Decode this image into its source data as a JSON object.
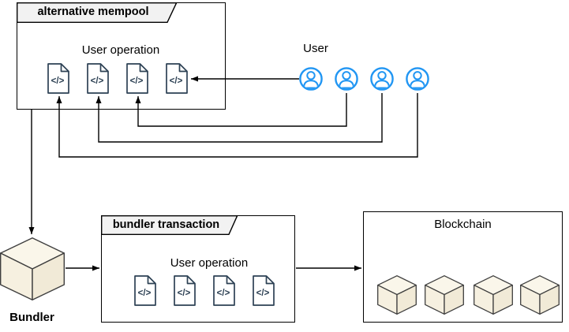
{
  "mempool": {
    "tab_label": "alternative mempool",
    "section_label": "User operation",
    "document_count": 4
  },
  "users": {
    "label": "User",
    "user_count": 4
  },
  "bundler": {
    "label": "Bundler"
  },
  "bundler_transaction": {
    "tab_label": "bundler transaction",
    "section_label": "User operation",
    "document_count": 4
  },
  "blockchain": {
    "label": "Blockchain",
    "block_count": 4
  },
  "icons": {
    "code_glyph": "</>",
    "user_icon": "person-in-circle",
    "bundler_icon": "isometric-cube",
    "block_icon": "isometric-cube"
  },
  "colors": {
    "user_blue": "#2196F3",
    "document_stroke": "#2D4154",
    "cube_fill": "#F6F0E0",
    "tab_background": "#F2F2F2",
    "connector": "#000000"
  }
}
